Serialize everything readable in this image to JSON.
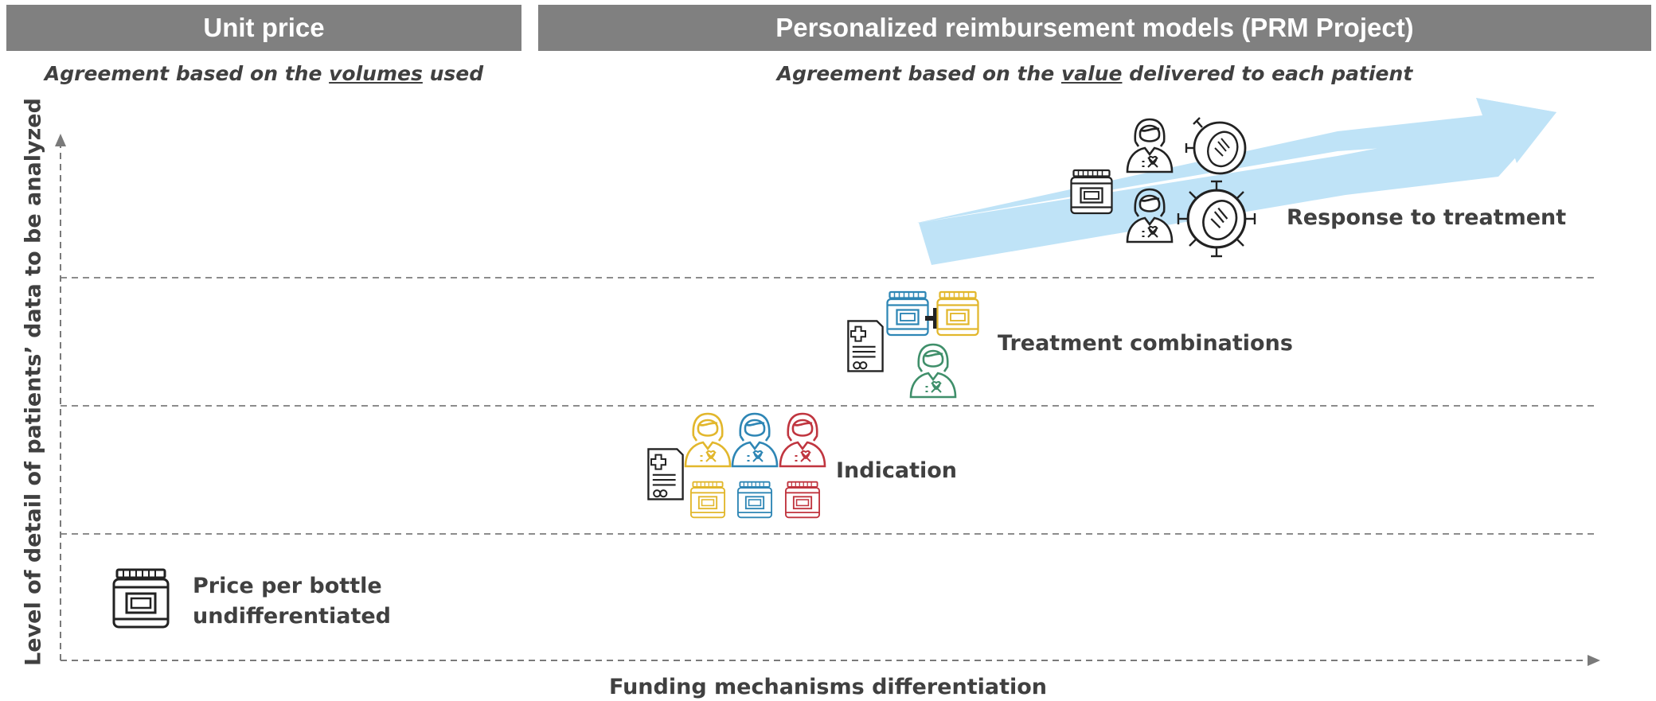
{
  "headers": {
    "left": "Unit price",
    "right": "Personalized reimbursement models (PRM Project)"
  },
  "subtitles": {
    "left_before": "Agreement based on the ",
    "left_emph": "volumes",
    "left_after": " used",
    "right_before": "Agreement based on the ",
    "right_emph": "value",
    "right_after": " delivered to each patient"
  },
  "axes": {
    "y_label": "Level of detail of patients’ data to be analyzed",
    "x_label": "Funding mechanisms differentiation"
  },
  "levels": [
    {
      "line1": "Price per bottle",
      "line2": "undifferentiated"
    },
    {
      "line1": "Indication"
    },
    {
      "line1": "Treatment combinations"
    },
    {
      "line1": "Response to treatment"
    }
  ],
  "colors": {
    "header_bg": "#808080",
    "arrow": "#bfe3f7",
    "yellow": "#e2b72c",
    "blue": "#2e86b5",
    "red": "#c0353f",
    "green": "#3f8f6a",
    "dark": "#222222"
  },
  "icons": [
    "bottle-icon",
    "prescription-icon",
    "patient-icon",
    "plus-icon",
    "cell-icon"
  ]
}
